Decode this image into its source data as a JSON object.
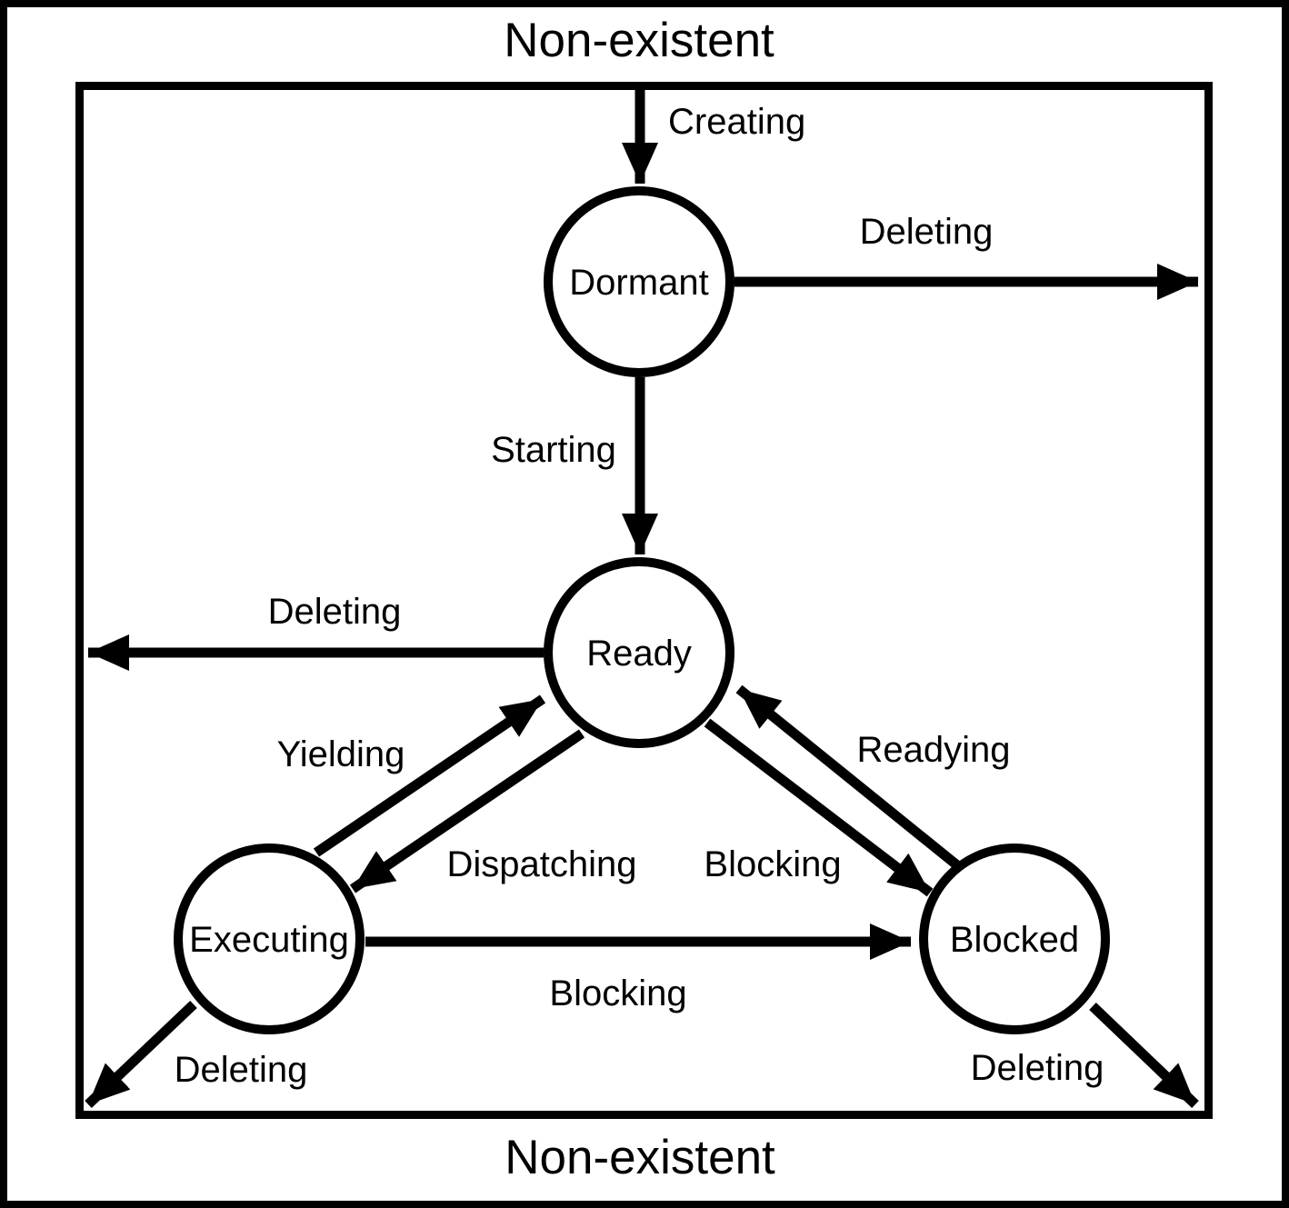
{
  "diagram": {
    "title_top": "Non-existent",
    "title_bottom": "Non-existent",
    "states": {
      "dormant": "Dormant",
      "ready": "Ready",
      "executing": "Executing",
      "blocked": "Blocked"
    },
    "transitions": {
      "creating": "Creating",
      "deleting_dormant": "Deleting",
      "starting": "Starting",
      "deleting_ready": "Deleting",
      "yielding": "Yielding",
      "dispatching": "Dispatching",
      "blocking_ready_to_blocked": "Blocking",
      "readying": "Readying",
      "blocking_executing_to_blocked": "Blocking",
      "deleting_executing": "Deleting",
      "deleting_blocked": "Deleting"
    },
    "colors": {
      "line": "#000000",
      "background": "#ffffff"
    }
  }
}
